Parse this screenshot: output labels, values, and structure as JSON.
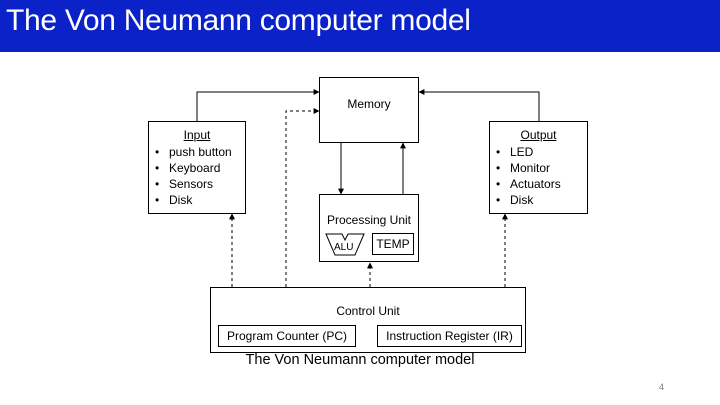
{
  "slide": {
    "title": "The Von Neumann computer model",
    "caption": "The Von Neumann computer model",
    "page_number": "4",
    "colors": {
      "title_bar": "#0b22c9",
      "title_text": "#ffffff"
    }
  },
  "diagram": {
    "memory": {
      "label": "Memory"
    },
    "input": {
      "heading": "Input",
      "items": [
        "push button",
        "Keyboard",
        "Sensors",
        "Disk"
      ]
    },
    "output": {
      "heading": "Output",
      "items": [
        "LED",
        "Monitor",
        "Actuators",
        "Disk"
      ]
    },
    "processing_unit": {
      "label": "Processing Unit",
      "alu": "ALU",
      "temp": "TEMP"
    },
    "control_unit": {
      "label": "Control Unit",
      "program_counter": "Program Counter (PC)",
      "instruction_register": "Instruction Register (IR)"
    }
  }
}
